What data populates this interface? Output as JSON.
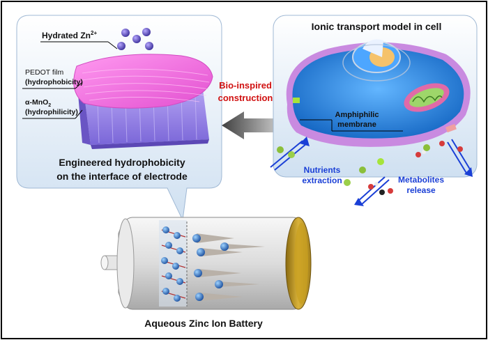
{
  "left_panel": {
    "hydrated_zn_label": "Hydrated Zn",
    "hydrated_zn_sup": "2+",
    "pedot_line1": "PEDOT film",
    "pedot_line2": "(hydrophobicity)",
    "mno2_line1": "α-MnO",
    "mno2_sub": "2",
    "mno2_line2": "(hydrophilicity)",
    "caption_line1": "Engineered hydrophobicity",
    "caption_line2": "on the interface of electrode"
  },
  "arrow_label": {
    "line1": "Bio-inspired",
    "line2": "construction"
  },
  "right_panel": {
    "title": "Ionic transport model in cell",
    "membrane_line1": "Amphiphilic",
    "membrane_line2": "membrane",
    "nutrients_line1": "Nutrients",
    "nutrients_line2": "extraction",
    "metabolites_line1": "Metabolites",
    "metabolites_line2": "release"
  },
  "battery_caption": "Aqueous Zinc Ion Battery",
  "colors": {
    "panel_fill": "#dbe8f5",
    "pedot": "#ee66dd",
    "mno2": "#9a86e8",
    "red_label": "#d01010",
    "blue_label": "#1a3fd6",
    "cell_membrane": "#c98ae0",
    "cytoplasm": "#2a7fd8",
    "battery_cap": "#c9a020"
  }
}
